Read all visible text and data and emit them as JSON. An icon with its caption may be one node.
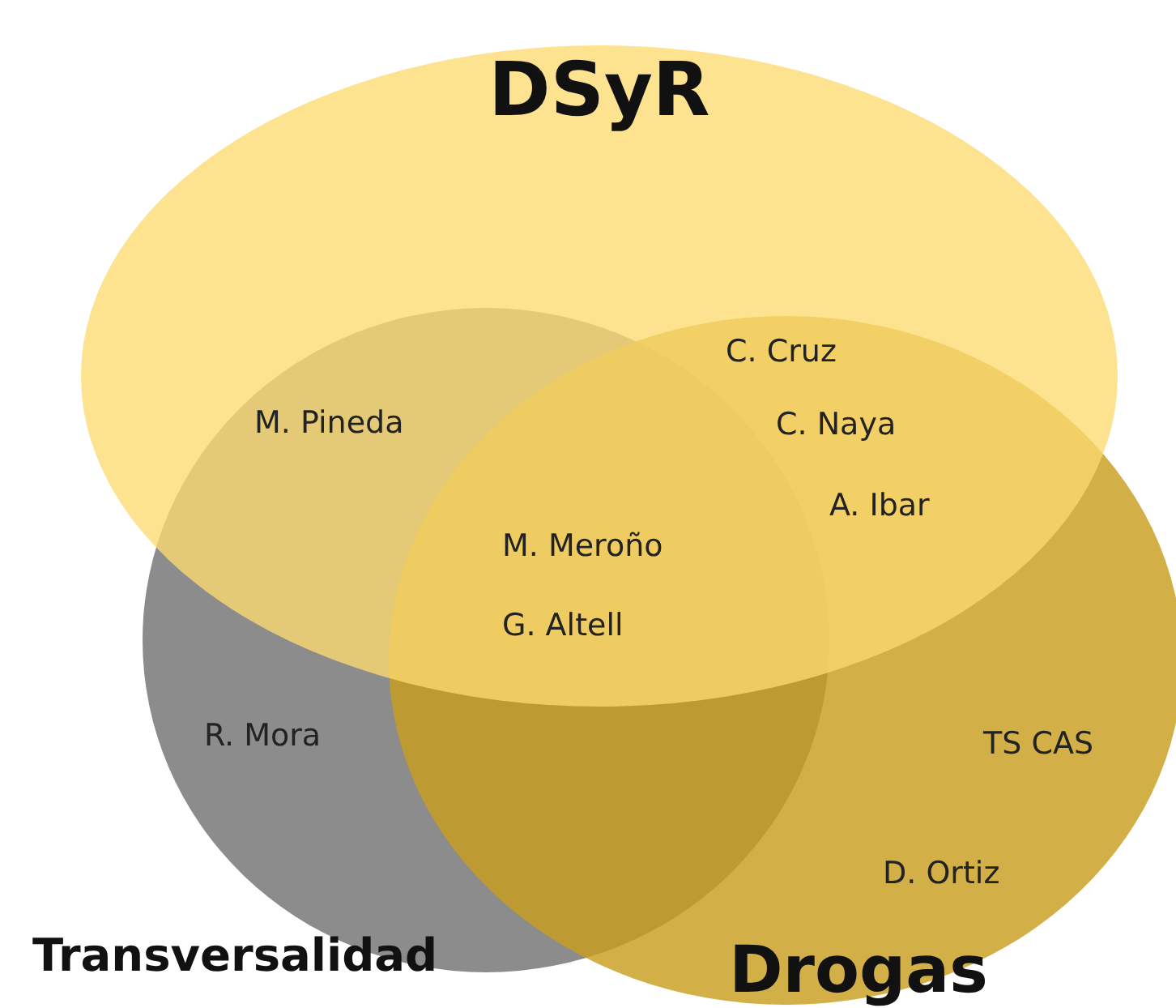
{
  "diagram": {
    "nodes": [
      {
        "text": [
          "Transversalidad"
        ]
      },
      {
        "text": [
          "Drogas"
        ]
      },
      {
        "text": [
          "DSyR"
        ]
      }
    ],
    "labels": [
      "C. Cruz",
      "M. Pineda",
      "C. Naya",
      "A. Ibar",
      "M. Meroño",
      "G. Altell",
      "R. Mora",
      "TS CAS",
      "D. Ortiz"
    ]
  }
}
